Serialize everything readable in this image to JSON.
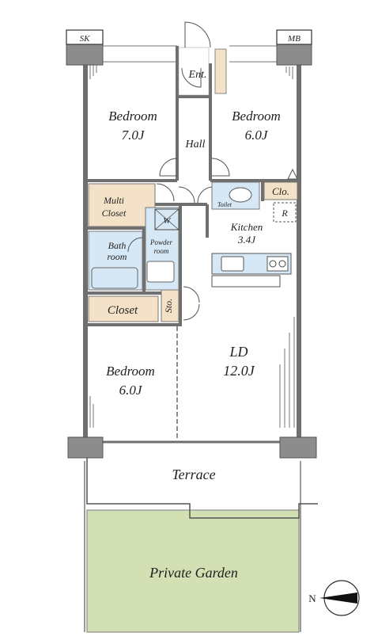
{
  "colors": {
    "wall": "#6f6f6f",
    "column": "#8c8c8c",
    "storage": "#f3e2c8",
    "wet_area": "#d6e8f6",
    "garden": "#d2e0b4",
    "background": "#ffffff"
  },
  "labels": {
    "sk": "SK",
    "mb": "MB",
    "entrance": "Ent.",
    "hall": "Hall",
    "bedroom1_name": "Bedroom",
    "bedroom1_size": "7.0J",
    "bedroom2_name": "Bedroom",
    "bedroom2_size": "6.0J",
    "bedroom3_name": "Bedroom",
    "bedroom3_size": "6.0J",
    "multi_closet_1": "Multi",
    "multi_closet_2": "Closet",
    "washer": "W",
    "clo": "Clo.",
    "toilet": "Toilet",
    "refrigerator": "R",
    "kitchen_name": "Kitchen",
    "kitchen_size": "3.4J",
    "bath_1": "Bath",
    "bath_2": "room",
    "powder_1": "Powder",
    "powder_2": "room",
    "closet": "Closet",
    "storage": "Sto.",
    "ld_name": "LD",
    "ld_size": "12.0J",
    "terrace": "Terrace",
    "garden": "Private Garden",
    "north": "N"
  },
  "icons": [
    "compass-arrow-icon",
    "stove-icon",
    "sink-icon",
    "toilet-icon",
    "bathtub-icon",
    "washbasin-icon",
    "door-swing-icon"
  ]
}
